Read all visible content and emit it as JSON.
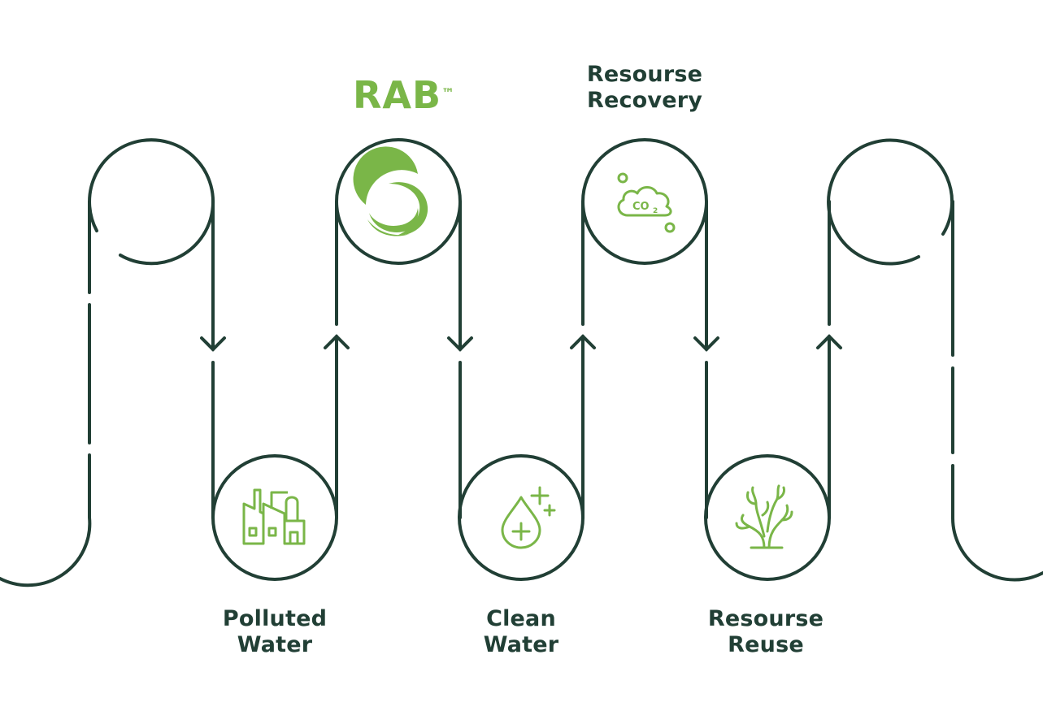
{
  "colors": {
    "line": "#213f35",
    "accent": "#7ab648",
    "background": "#ffffff"
  },
  "brand": {
    "name": "RAB",
    "trademark": "™"
  },
  "top_labels": {
    "resource_recovery": [
      "Resourse",
      "Recovery"
    ]
  },
  "bottom_labels": {
    "polluted_water": [
      "Polluted",
      "Water"
    ],
    "clean_water": [
      "Clean",
      "Water"
    ],
    "resource_reuse": [
      "Resourse",
      "Reuse"
    ]
  },
  "nodes": [
    {
      "id": "empty-start",
      "icon": "none"
    },
    {
      "id": "polluted-water",
      "icon": "factory-icon"
    },
    {
      "id": "rab",
      "icon": "rab-swirl-logo-icon"
    },
    {
      "id": "clean-water",
      "icon": "water-drop-plus-icon"
    },
    {
      "id": "resource-recovery",
      "icon": "co2-cloud-icon"
    },
    {
      "id": "resource-reuse",
      "icon": "coral-icon"
    },
    {
      "id": "empty-end",
      "icon": "none"
    }
  ],
  "icon_text": {
    "co2": "CO",
    "co2_sub": "2"
  }
}
